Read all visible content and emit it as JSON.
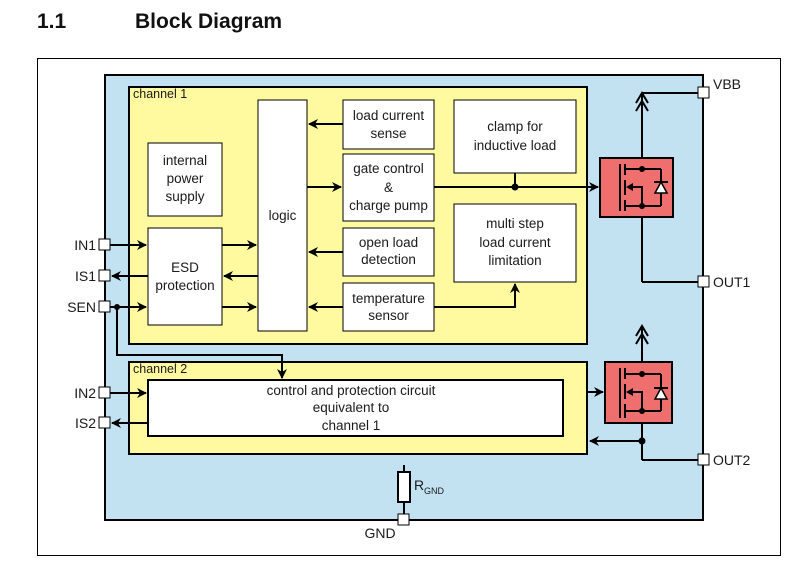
{
  "section": {
    "number": "1.1",
    "title": "Block Diagram"
  },
  "colors": {
    "chip_fill": "#c2e2f2",
    "channel_fill": "#fffaa0",
    "block_fill": "#ffffff",
    "mosfet_fill": "#ef6f6f",
    "line": "#000000"
  },
  "channel1": {
    "label": "channel 1",
    "blocks": {
      "internal_power_supply": [
        "internal",
        "power",
        "supply"
      ],
      "esd_protection": [
        "ESD",
        "protection"
      ],
      "logic": [
        "logic"
      ],
      "load_current_sense": [
        "load current",
        "sense"
      ],
      "gate_control": [
        "gate control",
        "&",
        "charge pump"
      ],
      "open_load_detection": [
        "open load",
        "detection"
      ],
      "temperature_sensor": [
        "temperature",
        "sensor"
      ],
      "clamp": [
        "clamp for",
        "inductive load"
      ],
      "current_limitation": [
        "multi step",
        "load current",
        "limitation"
      ]
    }
  },
  "channel2": {
    "label": "channel 2",
    "block": [
      "control and protection circuit",
      "equivalent to",
      "channel 1"
    ]
  },
  "pins": {
    "in1": "IN1",
    "is1": "IS1",
    "sen": "SEN",
    "in2": "IN2",
    "is2": "IS2",
    "vbb": "VBB",
    "out1": "OUT1",
    "out2": "OUT2",
    "gnd": "GND"
  },
  "resistor": {
    "label": "R",
    "subscript": "GND"
  }
}
